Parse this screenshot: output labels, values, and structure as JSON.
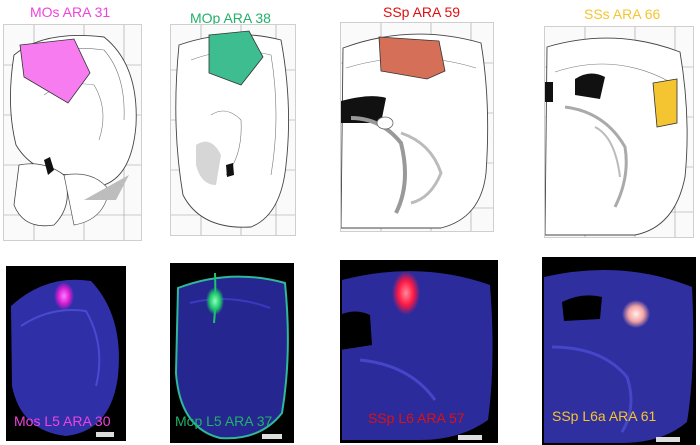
{
  "panels": [
    {
      "atlas_title": "MOs ARA 31",
      "image_caption": "Mos L5 ARA 30",
      "color": "#ee44dd"
    },
    {
      "atlas_title": "MOp ARA 38",
      "image_caption": "Mop L5 ARA 37",
      "color": "#22b06a"
    },
    {
      "atlas_title": "SSp ARA 59",
      "image_caption": "SSp L6 ARA 57",
      "color": "#e01010"
    },
    {
      "atlas_title": "SSs ARA 66",
      "image_caption": "SSp L6a ARA 61",
      "color": "#f5c531"
    }
  ]
}
